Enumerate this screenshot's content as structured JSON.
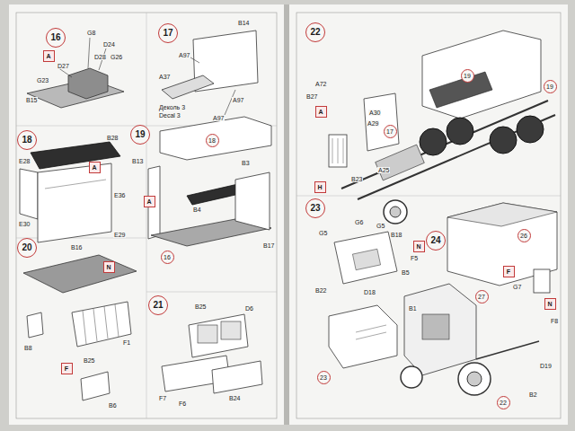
{
  "diagram": {
    "nodes": [
      {
        "text": [
          "16"
        ]
      },
      {
        "text": [
          "A"
        ]
      },
      {
        "text": [
          "17"
        ]
      },
      {
        "text": [
          "18"
        ]
      },
      {
        "text": [
          "A"
        ]
      },
      {
        "text": [
          "19"
        ]
      },
      {
        "text": [
          "18"
        ]
      },
      {
        "text": [
          "A"
        ]
      },
      {
        "text": [
          "16"
        ]
      },
      {
        "text": [
          "20"
        ]
      },
      {
        "text": [
          "N"
        ]
      },
      {
        "text": [
          "F"
        ]
      },
      {
        "text": [
          "21"
        ]
      },
      {
        "text": [
          "22"
        ]
      },
      {
        "text": [
          "19"
        ]
      },
      {
        "text": [
          "A"
        ]
      },
      {
        "text": [
          "17"
        ]
      },
      {
        "text": [
          "H"
        ]
      },
      {
        "text": [
          "19"
        ]
      },
      {
        "text": [
          "23"
        ]
      },
      {
        "text": [
          "24"
        ]
      },
      {
        "text": [
          "26"
        ]
      },
      {
        "text": [
          "N"
        ]
      },
      {
        "text": [
          "F"
        ]
      },
      {
        "text": [
          "27"
        ]
      },
      {
        "text": [
          "N"
        ]
      },
      {
        "text": [
          "23"
        ]
      },
      {
        "text": [
          "22"
        ]
      }
    ],
    "labels": [
      "G8",
      "D24",
      "G23",
      "D27",
      "D28",
      "G26",
      "B15",
      "A97",
      "B14",
      "A37",
      "Деколь 3",
      "Decal 3",
      "A97",
      "A97",
      "E28",
      "B28",
      "E30",
      "E36",
      "E29",
      "B13",
      "B4",
      "B3",
      "B17",
      "B16",
      "B8",
      "F1",
      "B25",
      "B6",
      "B25",
      "D6",
      "F7",
      "F6",
      "B24",
      "A72",
      "B27",
      "A30",
      "A29",
      "A25",
      "B23",
      "G6",
      "G5",
      "G5",
      "B18",
      "B22",
      "B5",
      "D18",
      "F5",
      "G7",
      "B1",
      "F8",
      "D19",
      "B2"
    ]
  }
}
